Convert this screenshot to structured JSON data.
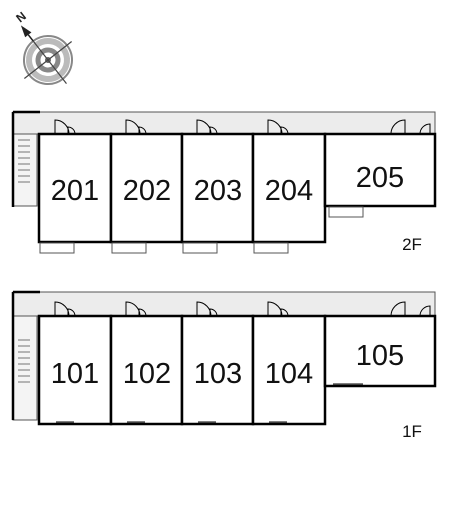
{
  "compass": {
    "north_label": "N"
  },
  "floors": [
    {
      "label": "2F",
      "rooms": [
        {
          "number": "201"
        },
        {
          "number": "202"
        },
        {
          "number": "203"
        },
        {
          "number": "204"
        },
        {
          "number": "205"
        }
      ]
    },
    {
      "label": "1F",
      "rooms": [
        {
          "number": "101"
        },
        {
          "number": "102"
        },
        {
          "number": "103"
        },
        {
          "number": "104"
        },
        {
          "number": "105"
        }
      ]
    }
  ],
  "colors": {
    "wall": "#000000",
    "corridor": "#ececec",
    "compass": "#9a9a9a"
  }
}
